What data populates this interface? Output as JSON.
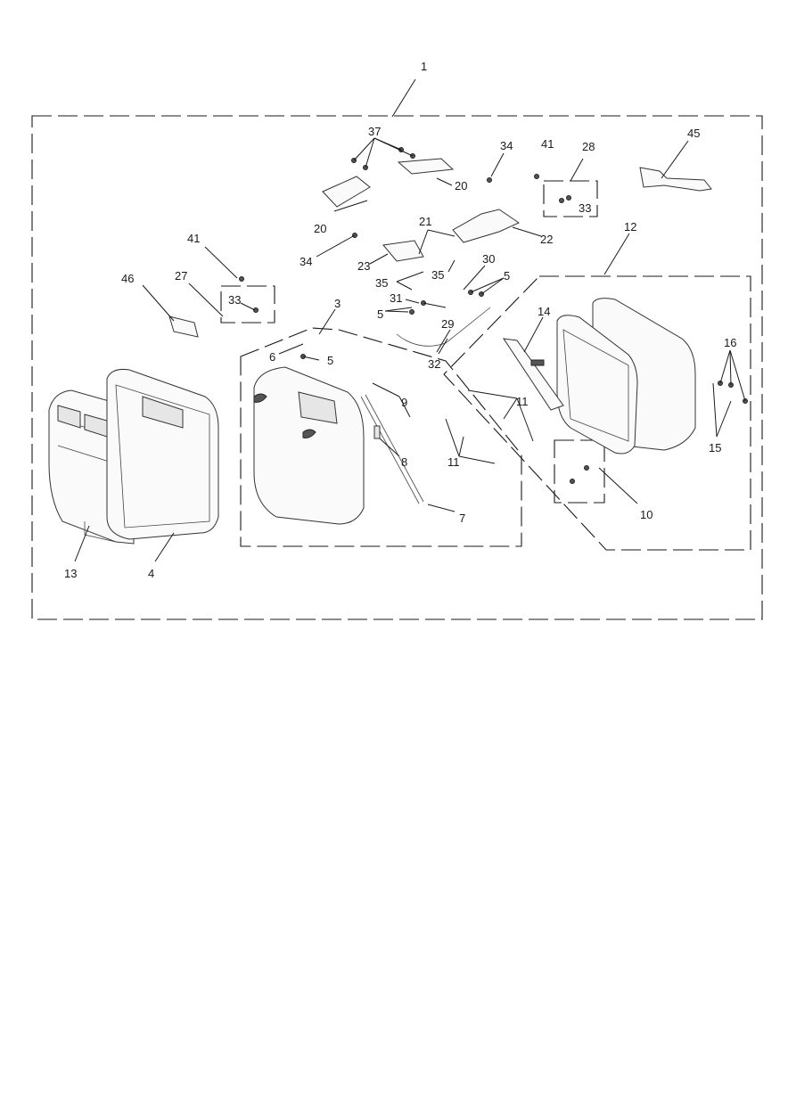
{
  "callouts": [
    {
      "id": "c1",
      "text": "1"
    },
    {
      "id": "c37",
      "text": "37"
    },
    {
      "id": "c34a",
      "text": "34"
    },
    {
      "id": "c41a",
      "text": "41"
    },
    {
      "id": "c28",
      "text": "28"
    },
    {
      "id": "c45",
      "text": "45"
    },
    {
      "id": "c20a",
      "text": "20"
    },
    {
      "id": "c20b",
      "text": "20"
    },
    {
      "id": "c33a",
      "text": "33"
    },
    {
      "id": "c21",
      "text": "21"
    },
    {
      "id": "c22",
      "text": "22"
    },
    {
      "id": "c12",
      "text": "12"
    },
    {
      "id": "c41b",
      "text": "41"
    },
    {
      "id": "c34b",
      "text": "34"
    },
    {
      "id": "c23",
      "text": "23"
    },
    {
      "id": "c30",
      "text": "30"
    },
    {
      "id": "c35a",
      "text": "35"
    },
    {
      "id": "c35b",
      "text": "35"
    },
    {
      "id": "c5a",
      "text": "5"
    },
    {
      "id": "c46",
      "text": "46"
    },
    {
      "id": "c27",
      "text": "27"
    },
    {
      "id": "c33b",
      "text": "33"
    },
    {
      "id": "c31",
      "text": "31"
    },
    {
      "id": "c3",
      "text": "3"
    },
    {
      "id": "c14",
      "text": "14"
    },
    {
      "id": "c5b",
      "text": "5"
    },
    {
      "id": "c29",
      "text": "29"
    },
    {
      "id": "c16",
      "text": "16"
    },
    {
      "id": "c6",
      "text": "6"
    },
    {
      "id": "c5c",
      "text": "5"
    },
    {
      "id": "c32",
      "text": "32"
    },
    {
      "id": "c9",
      "text": "9"
    },
    {
      "id": "c11a",
      "text": "11"
    },
    {
      "id": "c15",
      "text": "15"
    },
    {
      "id": "c8",
      "text": "8"
    },
    {
      "id": "c11b",
      "text": "11"
    },
    {
      "id": "c10",
      "text": "10"
    },
    {
      "id": "c7",
      "text": "7"
    },
    {
      "id": "c13",
      "text": "13"
    },
    {
      "id": "c4",
      "text": "4"
    }
  ]
}
